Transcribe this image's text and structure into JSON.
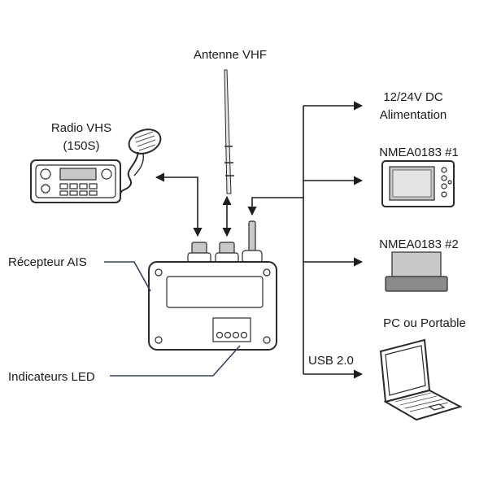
{
  "labels": {
    "antenna": "Antenne VHF",
    "radio_line1": "Radio VHS",
    "radio_line2": "(150S)",
    "power_line1": "12/24V DC",
    "power_line2": "Alimentation",
    "nmea1": "NMEA0183 #1",
    "nmea2": "NMEA0183 #2",
    "pc": "PC ou Portable",
    "usb": "USB 2.0",
    "receiver": "Récepteur AIS",
    "leds": "Indicateurs LED"
  },
  "icons": [
    "antenna-icon",
    "vhf-radio-icon",
    "microphone-icon",
    "ais-receiver-icon",
    "chartplotter-icon",
    "display-icon",
    "laptop-icon"
  ],
  "colors": {
    "lines": "#1e1e1e",
    "leaders": "#33405e",
    "background": "#ffffff"
  }
}
